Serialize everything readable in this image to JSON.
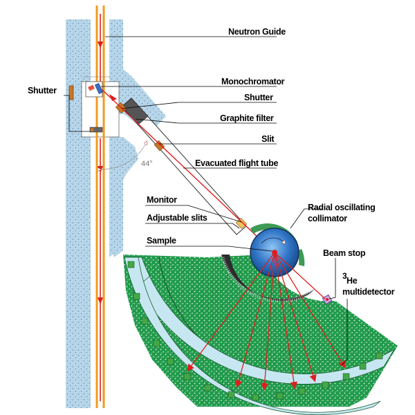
{
  "labels": {
    "neutron_guide": "Neutron Guide",
    "monochromator": "Monochromator",
    "shutter_right": "Shutter",
    "graphite_filter": "Graphite filter",
    "slit": "Slit",
    "flight_tube": "Evacuated flight tube",
    "shutter_left": "Shutter",
    "angle": "44°",
    "monitor": "Monitor",
    "adjustable_slits": "Adjustable slits",
    "sample": "Sample",
    "collimator_line1": "Radial oscillating",
    "collimator_line2": "collimator",
    "beam_stop": "Beam stop",
    "detector_sup": "3",
    "detector_line1": "He",
    "detector_line2": "multidetector"
  },
  "colors": {
    "concrete_fill": "#b9d7ea",
    "concrete_dots": "#5a86b0",
    "shield_fill": "#1f9a4a",
    "detector_band": "#c6e7f1",
    "detector_cell": "#43a845",
    "beam_orange": "#f29b1c",
    "beam_red": "#e01e1e",
    "sample_blue": "#2f73c4"
  }
}
